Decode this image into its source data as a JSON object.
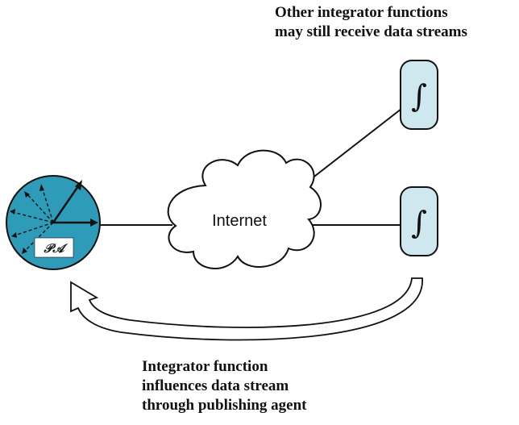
{
  "diagram": {
    "cloud_label": "Internet",
    "agent_label": "𝒫𝒜",
    "integrator_symbol": "∫",
    "caption_top": [
      "Other integrator functions",
      "may still receive data streams"
    ],
    "caption_bottom": [
      "Integrator function",
      "influences data stream",
      "through publishing agent"
    ]
  },
  "colors": {
    "agent_fill": "#2e9cb8",
    "integrator_fill": "#cfe8ef",
    "stroke": "#111111"
  }
}
